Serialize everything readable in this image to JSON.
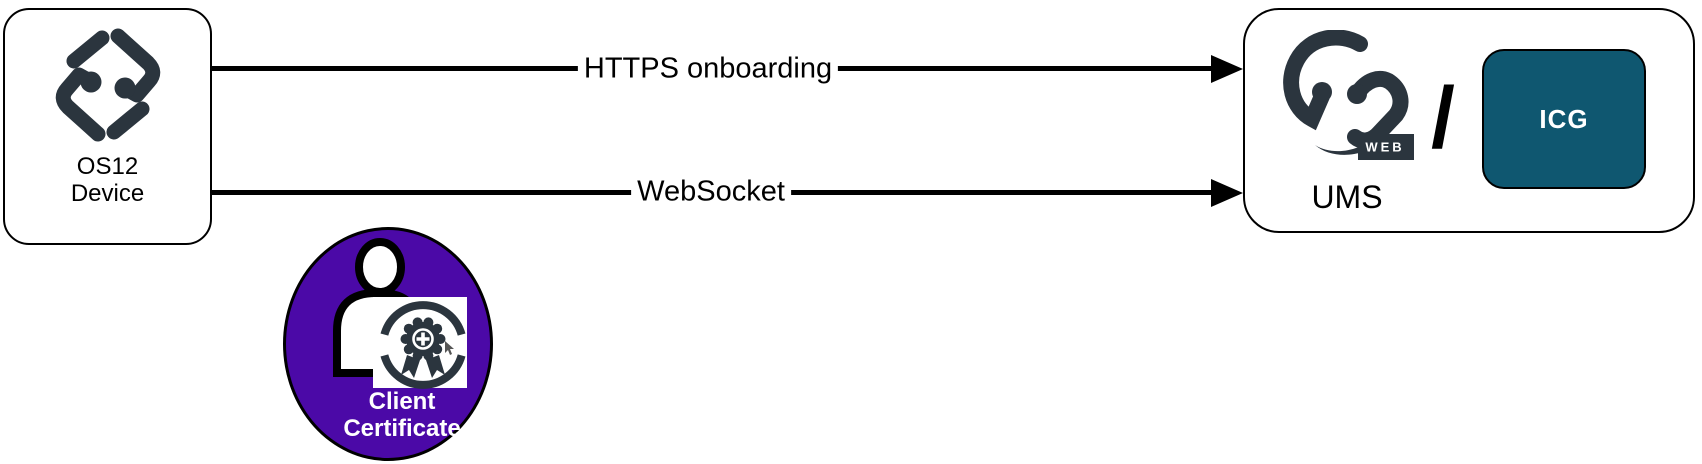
{
  "diagram": {
    "device_box": {
      "title_line1": "OS12",
      "title_line2": "Device",
      "logo": "igel-os12-logo"
    },
    "arrows": [
      {
        "label": "HTTPS onboarding",
        "direction": "right"
      },
      {
        "label": "WebSocket",
        "direction": "right"
      }
    ],
    "certificate": {
      "line1": "Client",
      "line2": "Certificate",
      "icon": "person-with-certificate-badge"
    },
    "ums_box": {
      "label": "UMS",
      "web_badge": "WEB",
      "separator": "/",
      "icg_label": "ICG",
      "logo": "igel-ums-web-logo"
    },
    "colors": {
      "logo_slate": "#2B353E",
      "icg_teal": "#0F5770",
      "certificate_purple": "#4B09A7",
      "arrow_black": "#000000",
      "background": "#FFFFFF"
    }
  }
}
